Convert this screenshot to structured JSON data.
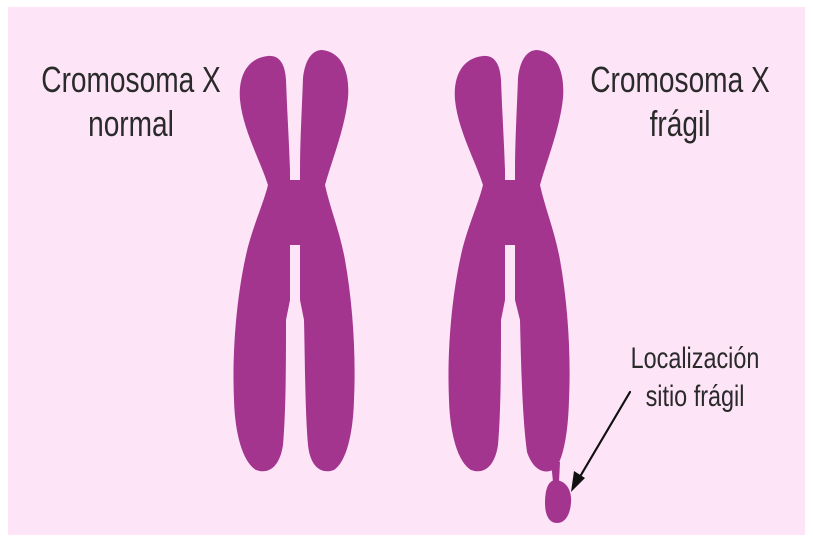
{
  "labels": {
    "normal": {
      "line1": "Cromosoma X",
      "line2": "normal"
    },
    "fragile": {
      "line1": "Cromosoma X",
      "line2": "frágil"
    },
    "site": {
      "line1": "Localización",
      "line2": "sitio frágil"
    }
  },
  "colors": {
    "background": "#fde4f7",
    "chromosome": "#a3358e",
    "text": "#2a2a2a",
    "arrow": "#111111"
  }
}
